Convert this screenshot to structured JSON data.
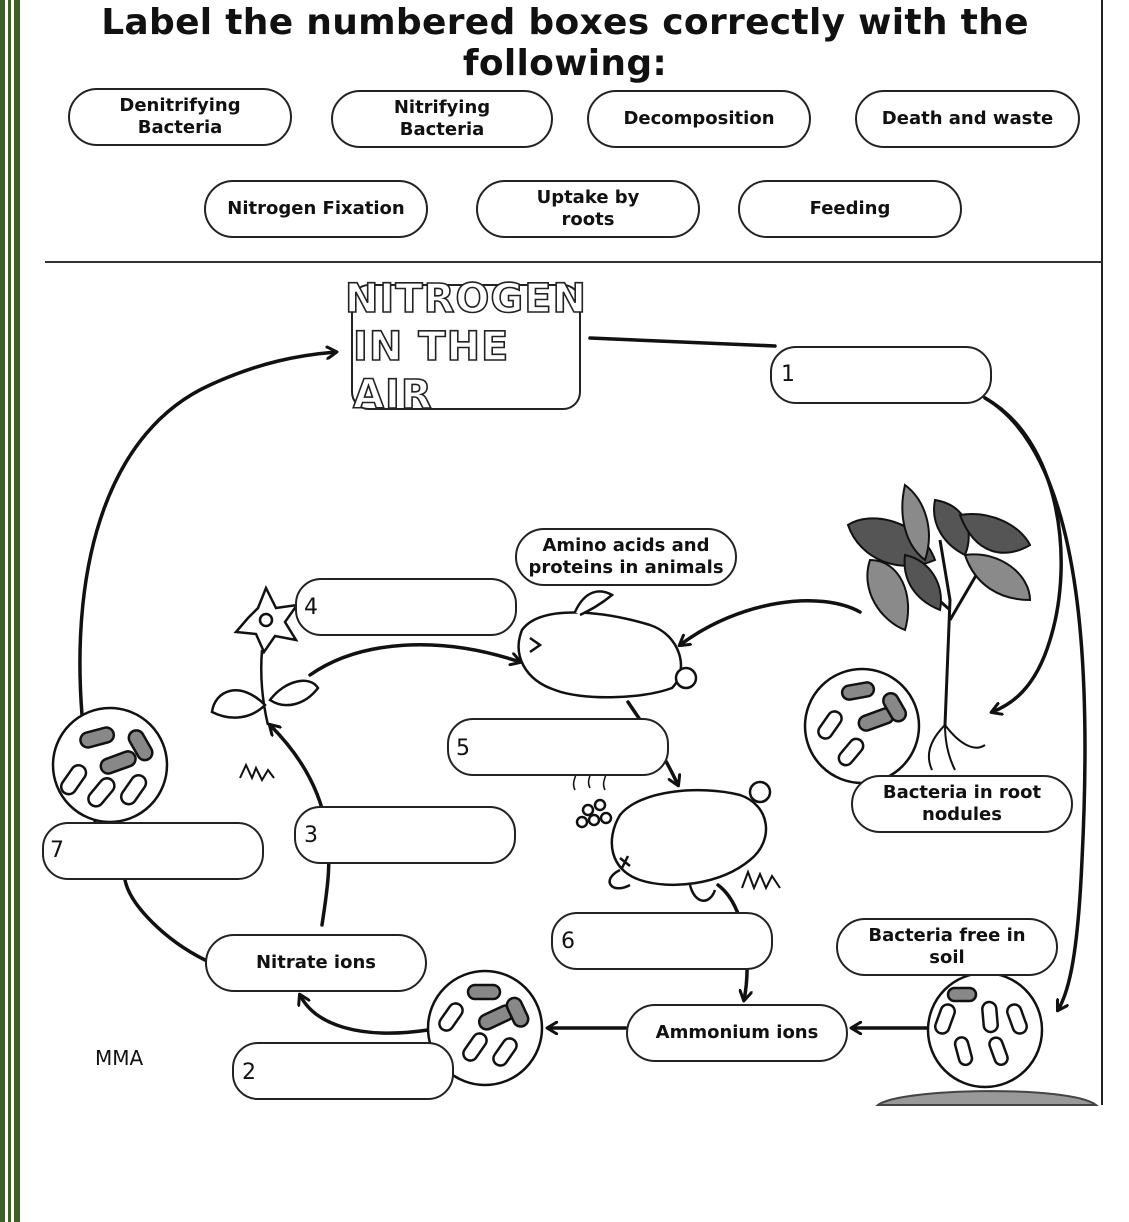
{
  "title": "Label the numbered boxes correctly with the following:",
  "word_bank": [
    {
      "line1": "Denitrifying",
      "line2": "Bacteria"
    },
    {
      "line1": "Nitrifying",
      "line2": "Bacteria"
    },
    {
      "line1": "Decomposition",
      "line2": ""
    },
    {
      "line1": "Death and waste",
      "line2": ""
    },
    {
      "line1": "Nitrogen Fixation",
      "line2": ""
    },
    {
      "line1": "Uptake by",
      "line2": "roots"
    },
    {
      "line1": "Feeding",
      "line2": ""
    }
  ],
  "diagram": {
    "air_line1": "NITROGEN",
    "air_line2": "IN THE AIR",
    "amino_line1": "Amino acids and",
    "amino_line2": "proteins in animals",
    "root_bacteria_line1": "Bacteria in root",
    "root_bacteria_line2": "nodules",
    "soil_bacteria_line1": "Bacteria free in",
    "soil_bacteria_line2": "soil",
    "nitrate": "Nitrate ions",
    "ammonium": "Ammonium ions",
    "grass_scribble": "MMA",
    "box_numbers": [
      "1",
      "2",
      "3",
      "4",
      "5",
      "6",
      "7"
    ]
  },
  "colors": {
    "frame_green": "#3f5f2a",
    "leaf_dark": "#555555",
    "leaf_light": "#8a8a8a"
  }
}
